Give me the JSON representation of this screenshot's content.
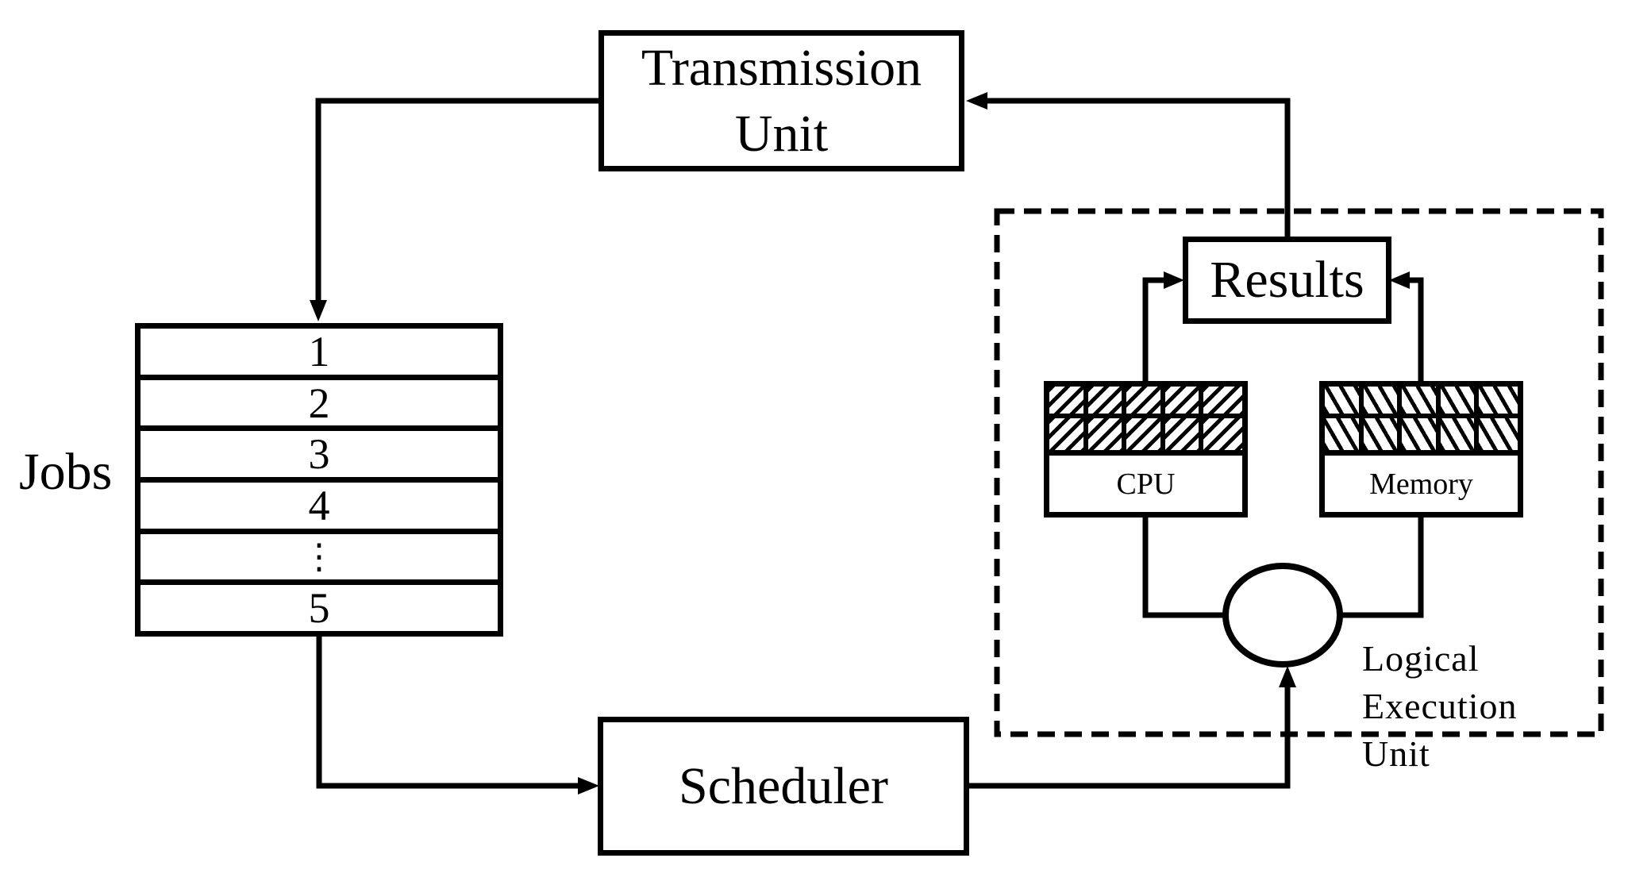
{
  "diagram": {
    "title_hint": "Job scheduling flow diagram",
    "colors": {
      "ink": "#000000",
      "background": "#ffffff"
    },
    "jobs": {
      "label": "Jobs",
      "queue_rows": [
        "1",
        "2",
        "3",
        "4",
        "⋮",
        "5"
      ]
    },
    "transmission_unit": {
      "line1": "Transmission",
      "line2": "Unit"
    },
    "scheduler": {
      "label": "Scheduler"
    },
    "results": {
      "label": "Results"
    },
    "cpu": {
      "label": "CPU"
    },
    "memory": {
      "label": "Memory"
    },
    "logical_execution_unit": {
      "line1": "Logical",
      "line2": "Execution Unit"
    }
  }
}
